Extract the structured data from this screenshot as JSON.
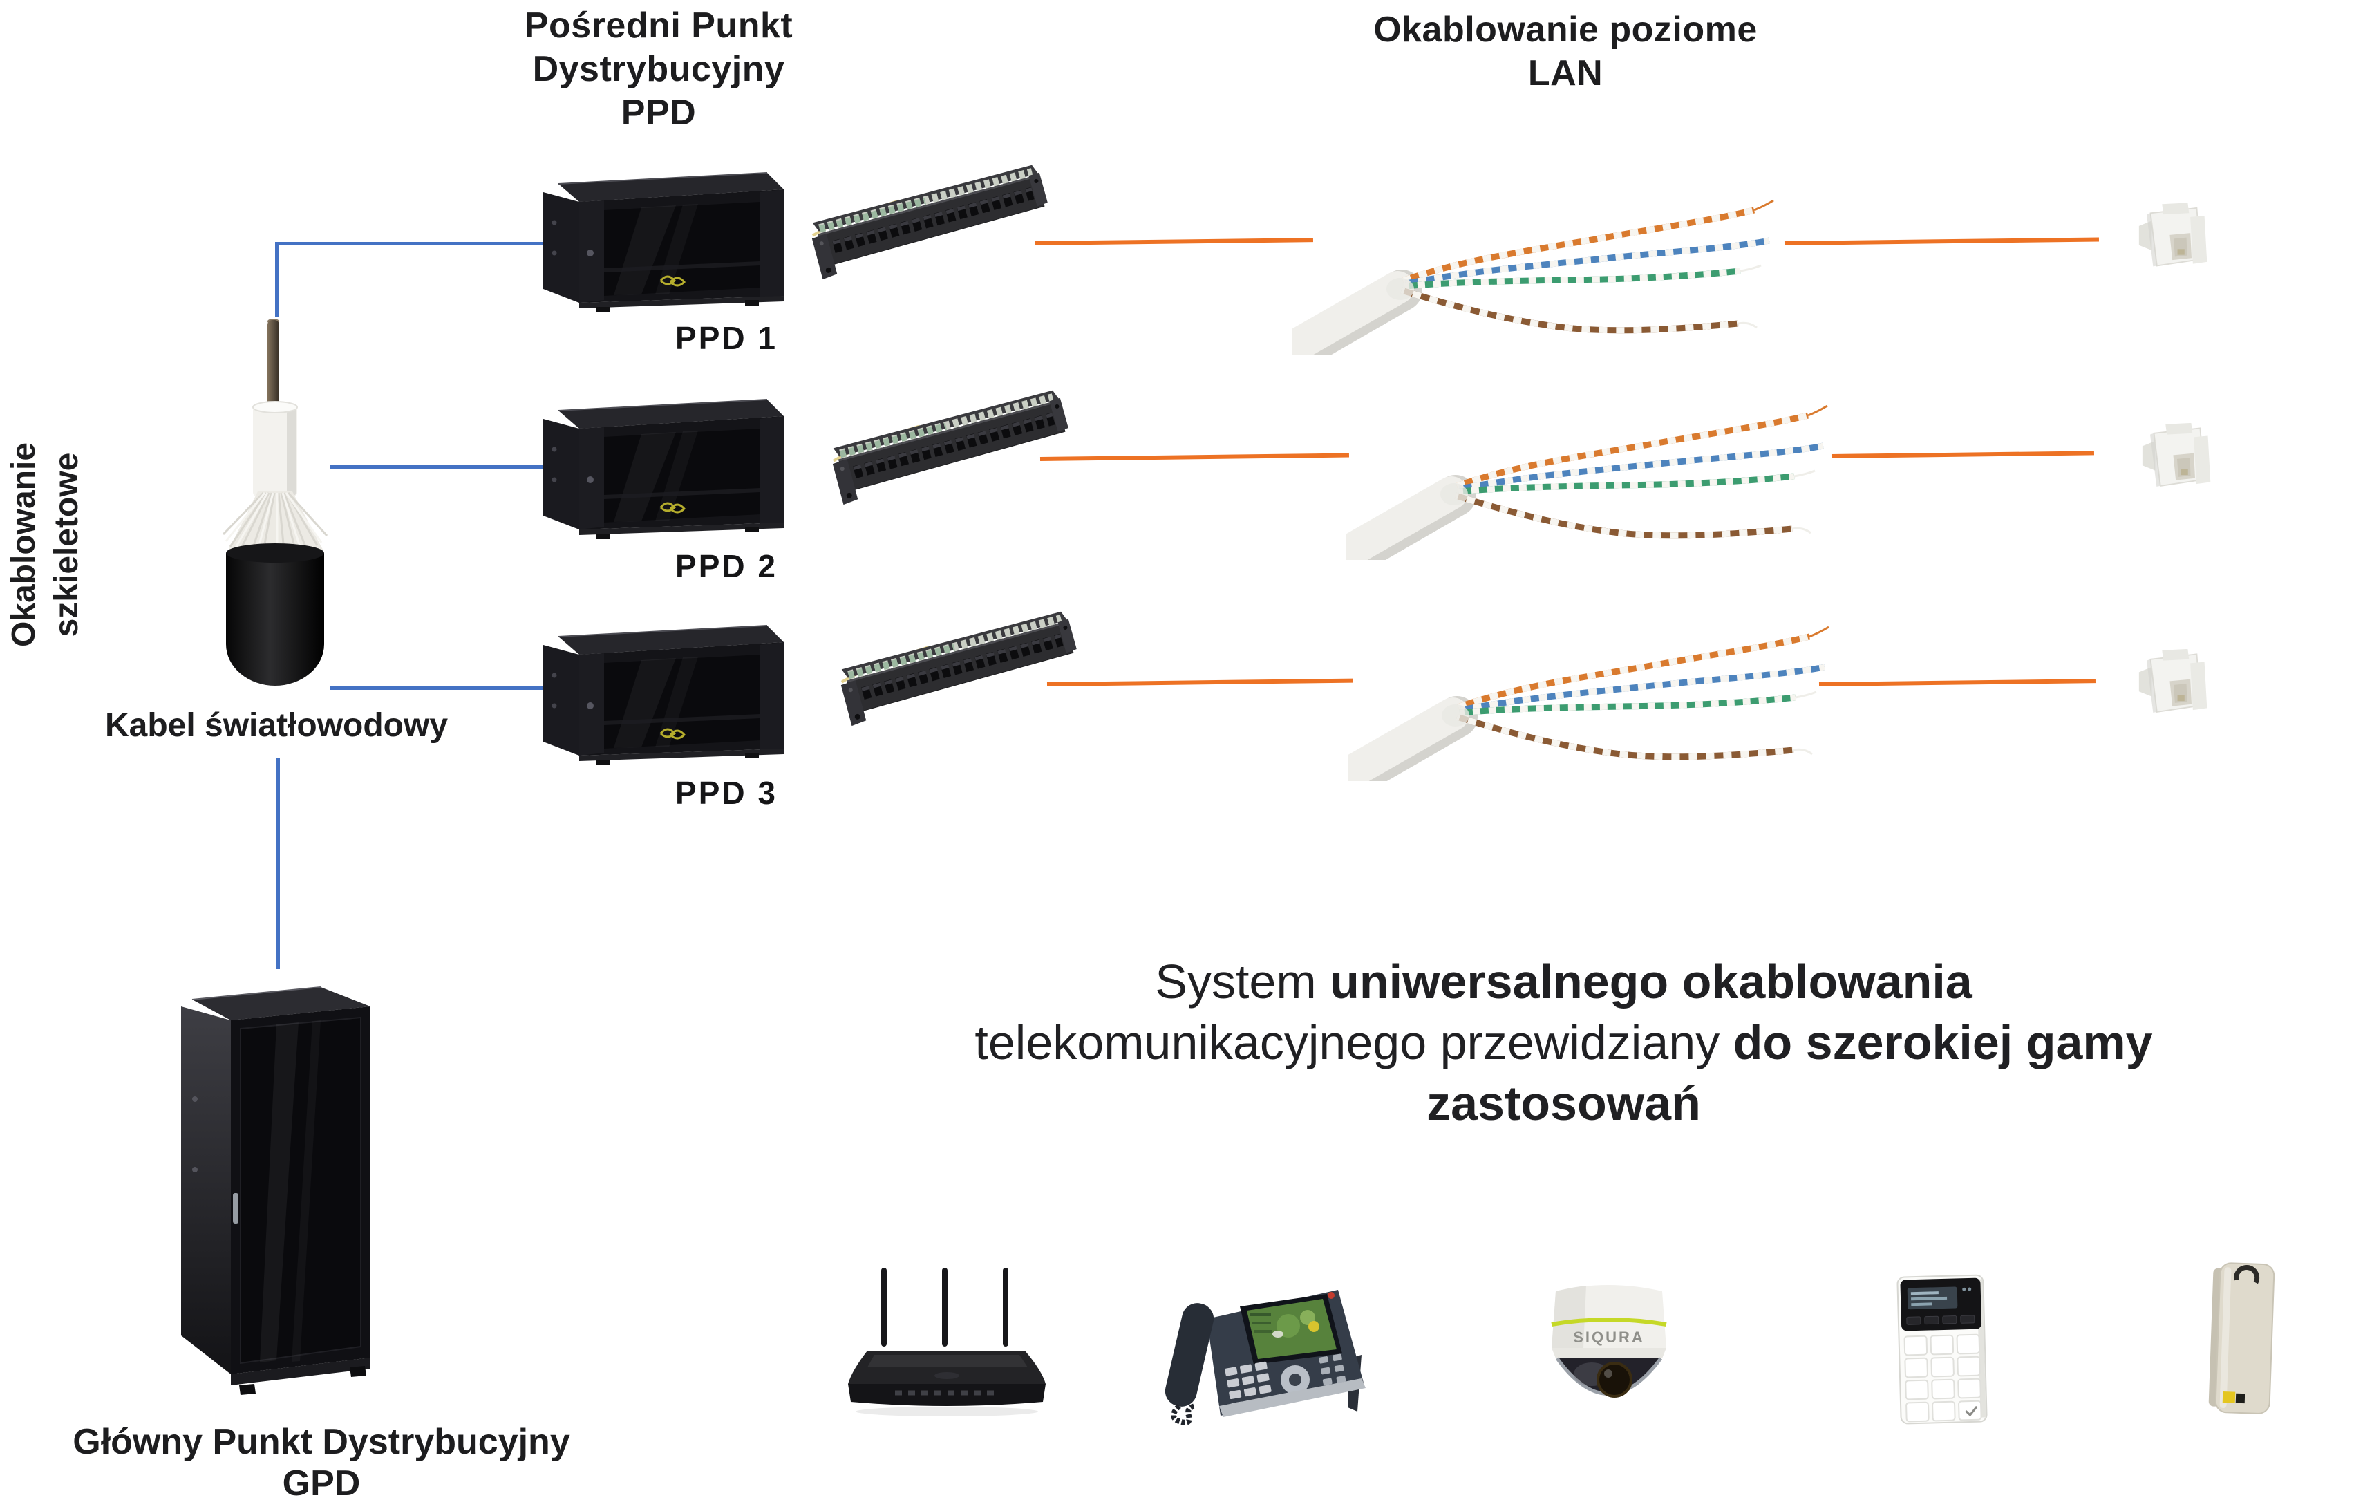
{
  "diagram": {
    "headings": {
      "ppd": {
        "line1": "Pośredni Punkt",
        "line2": "Dystrybucyjny",
        "line3": "PPD"
      },
      "lan": {
        "line1": "Okablowanie poziome",
        "line2": "LAN"
      }
    },
    "backbone_label": {
      "line1": "Okablowanie",
      "line2": "szkieletowe"
    },
    "fiber_caption": "Kabel światłowodowy",
    "gpd_caption": {
      "line1": "Główny Punkt Dystrybucyjny",
      "line2": "GPD"
    },
    "ppd_items": [
      {
        "label": "PPD 1"
      },
      {
        "label": "PPD 2"
      },
      {
        "label": "PPD 3"
      }
    ],
    "center_text": {
      "line1_regular": "System ",
      "line1_bold": "uniwersalnego okablowania",
      "line2_regular": "telekomunikacyjnego przewidziany ",
      "line2_bold": "do szerokiej gamy",
      "line3_bold": "zastosowań"
    },
    "camera_brand": "SIQURA",
    "colors": {
      "backbone_line": "#4472C4",
      "horizontal_line": "#ED7224",
      "text": "#1D1D1F"
    }
  }
}
